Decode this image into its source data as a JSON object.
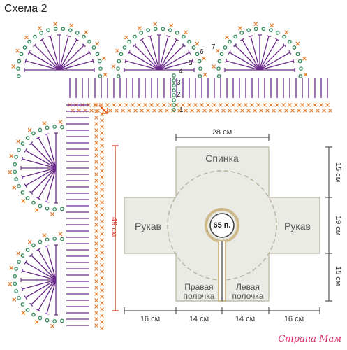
{
  "title": "Схема 2",
  "labels": {
    "back": "Спинка",
    "sleeve_left": "Рукав",
    "sleeve_right": "Рукав",
    "center": "65 п.",
    "right_front_1": "Правая",
    "right_front_2": "полочка",
    "left_front_1": "Левая",
    "left_front_2": "полочка"
  },
  "dimensions": {
    "top_width": "28 см",
    "left_height": "49 см",
    "right_top": "15 см",
    "right_middle": "19 см",
    "right_bottom": "15 см",
    "bottom_1": "16 см",
    "bottom_2": "14 см",
    "bottom_3": "14 см",
    "bottom_4": "16 см"
  },
  "row_markers": [
    "1",
    "2",
    "3",
    "4",
    "5",
    "6",
    "7"
  ],
  "watermark": "Страна Мам",
  "colors": {
    "chain_green": "#2e8b57",
    "stitch_purple": "#6a2a8a",
    "cross_orange": "#e07a2a",
    "arrow_orange": "#e06020",
    "dim_red": "#d03020",
    "panel_fill": "#e9ebe4",
    "panel_stroke": "#b9b3a0",
    "ring": "#cdb98a"
  }
}
